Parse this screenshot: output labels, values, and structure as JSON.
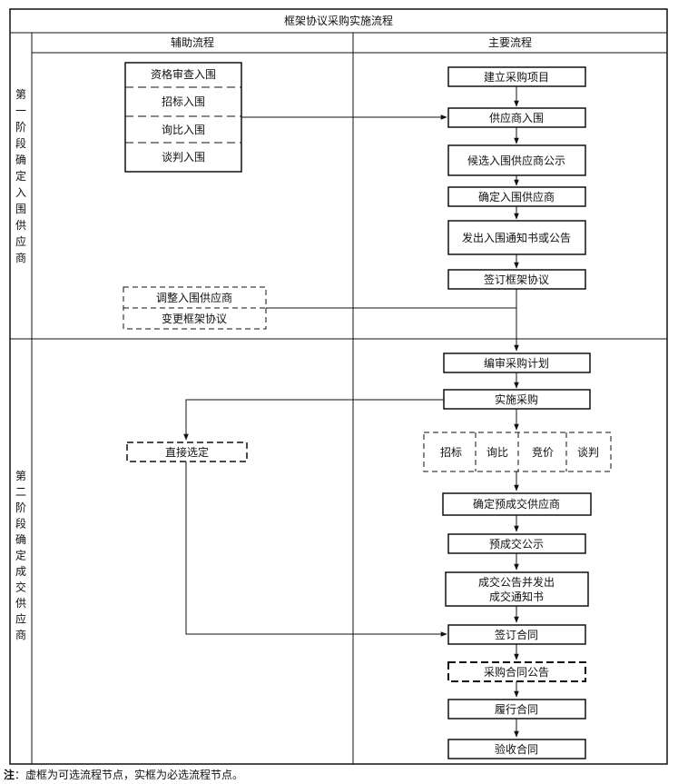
{
  "title": "框架协议采购实施流程",
  "columns": {
    "aux": "辅助流程",
    "main": "主要流程"
  },
  "stages": {
    "stage1": [
      "第",
      "一",
      "阶",
      "段",
      "确",
      "定",
      "入",
      "围",
      "供",
      "应",
      "商"
    ],
    "stage2": [
      "第",
      "二",
      "阶",
      "段",
      "确",
      "定",
      "成",
      "交",
      "供",
      "应",
      "商"
    ]
  },
  "stage1_aux_group": [
    "资格审查入围",
    "招标入围",
    "询比入围",
    "谈判入围"
  ],
  "stage1_main": [
    "建立采购项目",
    "供应商入围",
    "候选入围供应商公示",
    "确定入围供应商",
    "发出入围通知书或公告",
    "签订框架协议"
  ],
  "stage1_adjust": [
    "调整入围供应商",
    "变更框架协议"
  ],
  "stage2_main_top": [
    "编审采购计划",
    "实施采购"
  ],
  "stage2_methods": [
    "招标",
    "询比",
    "竞价",
    "谈判"
  ],
  "stage2_direct": "直接选定",
  "stage2_main_bottom": [
    "确定预成交供应商",
    "预成交公示"
  ],
  "stage2_notice": [
    "成交公告并发出",
    "成交通知书"
  ],
  "stage2_final": [
    "签订合同",
    "采购合同公告",
    "履行合同",
    "验收合同"
  ],
  "note_prefix": "注",
  "note_text": "：虚框为可选流程节点，实框为必选流程节点。"
}
